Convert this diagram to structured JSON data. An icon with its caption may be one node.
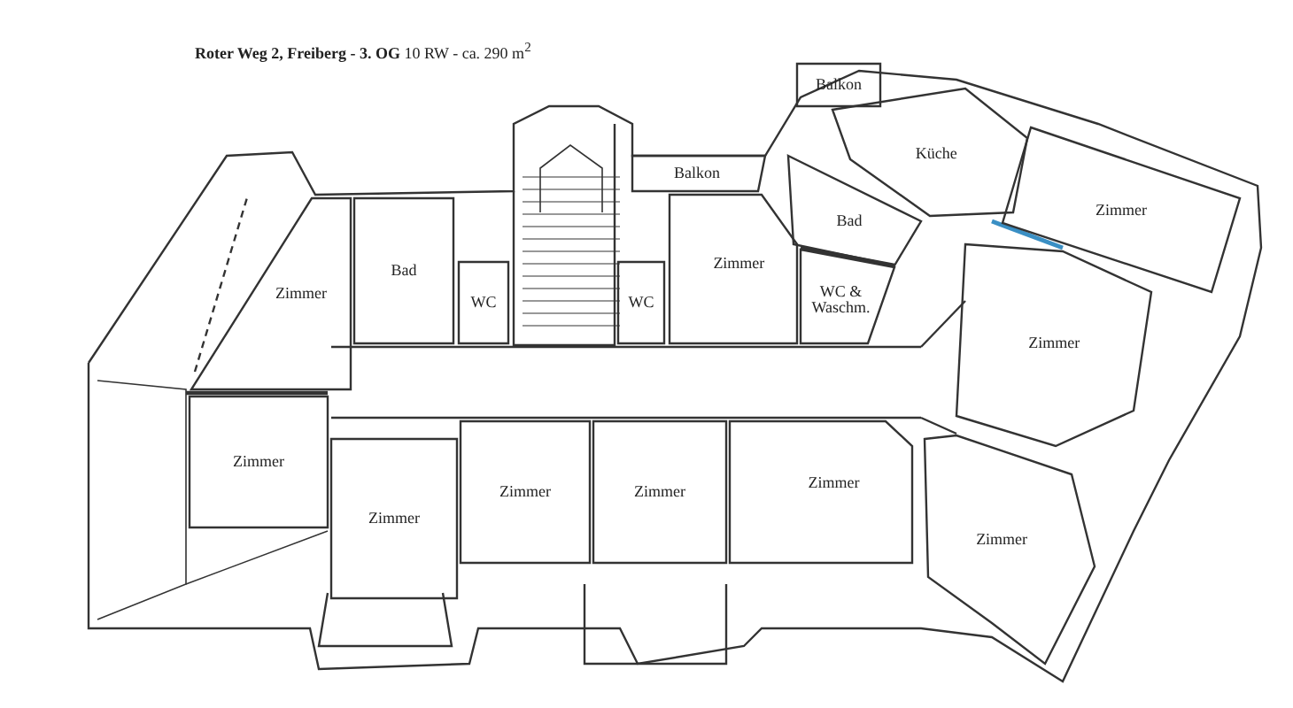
{
  "diagram": {
    "title": "**Roter Weg 2, Freiberg - 3. OG** 10 RW - ca. 290 m$^{2}$",
    "nodes": [
      {
        "text": [
          "Balkon"
        ]
      },
      {
        "text": [
          "Küche"
        ]
      },
      {
        "text": [
          "Balkon"
        ]
      },
      {
        "text": [
          "Zimmer"
        ]
      },
      {
        "text": [
          "Bad"
        ]
      },
      {
        "text": [
          "Bad"
        ]
      },
      {
        "text": [
          "Zimmer"
        ]
      },
      {
        "text": [
          "WC & Waschm."
        ]
      },
      {
        "text": [
          "WC"
        ]
      },
      {
        "text": [
          "WC"
        ]
      },
      {
        "text": [
          "Zimmer"
        ]
      },
      {
        "text": [
          "Zimmer"
        ]
      },
      {
        "text": [
          "Zimmer"
        ]
      },
      {
        "text": [
          "Zimmer"
        ]
      },
      {
        "text": [
          "Zimmer"
        ]
      },
      {
        "text": [
          "Zimmer"
        ]
      },
      {
        "text": [
          "Zimmer"
        ]
      },
      {
        "text": [
          "Zimmer"
        ]
      }
    ]
  }
}
